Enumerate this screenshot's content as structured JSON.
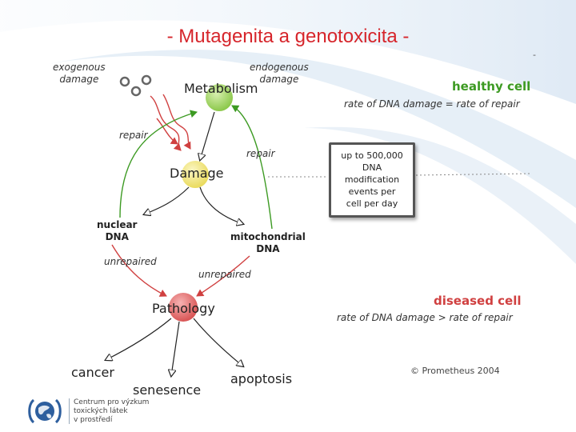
{
  "slide": {
    "title": "- Mutagenita a genotoxicita -",
    "corner_mark": "-"
  },
  "diagram": {
    "labels": {
      "exogenous": [
        "exogenous",
        "damage"
      ],
      "endogenous": [
        "endogenous",
        "damage"
      ],
      "metabolism": "Metabolism",
      "damage": "Damage",
      "repair_left": "repair",
      "repair_right": "repair",
      "nuclear": [
        "nuclear",
        "DNA"
      ],
      "mito": [
        "mitochondrial",
        "DNA"
      ],
      "unrepaired_left": "unrepaired",
      "unrepaired_right": "unrepaired",
      "pathology": "Pathology",
      "cancer": "cancer",
      "senesence": "senesence",
      "apoptosis": "apoptosis"
    },
    "healthy": {
      "heading": "healthy cell",
      "rate": "rate of DNA damage = rate of repair"
    },
    "diseased": {
      "heading": "diseased cell",
      "rate": "rate of DNA damage > rate of repair"
    },
    "note": [
      "up to 500,000",
      "DNA",
      "modification",
      "events per",
      "cell per day"
    ],
    "copyright": "© Prometheus 2004",
    "colors": {
      "green": "#3c9a22",
      "red": "#d04040",
      "title_red": "#d6252b",
      "metabolism_node": "#9bd35a",
      "damage_node": "#f3e87a",
      "pathology_node": "#e57373"
    }
  },
  "footer": {
    "logo_lines": [
      "Centrum pro výzkum",
      "toxických látek",
      "v prostředí"
    ]
  }
}
